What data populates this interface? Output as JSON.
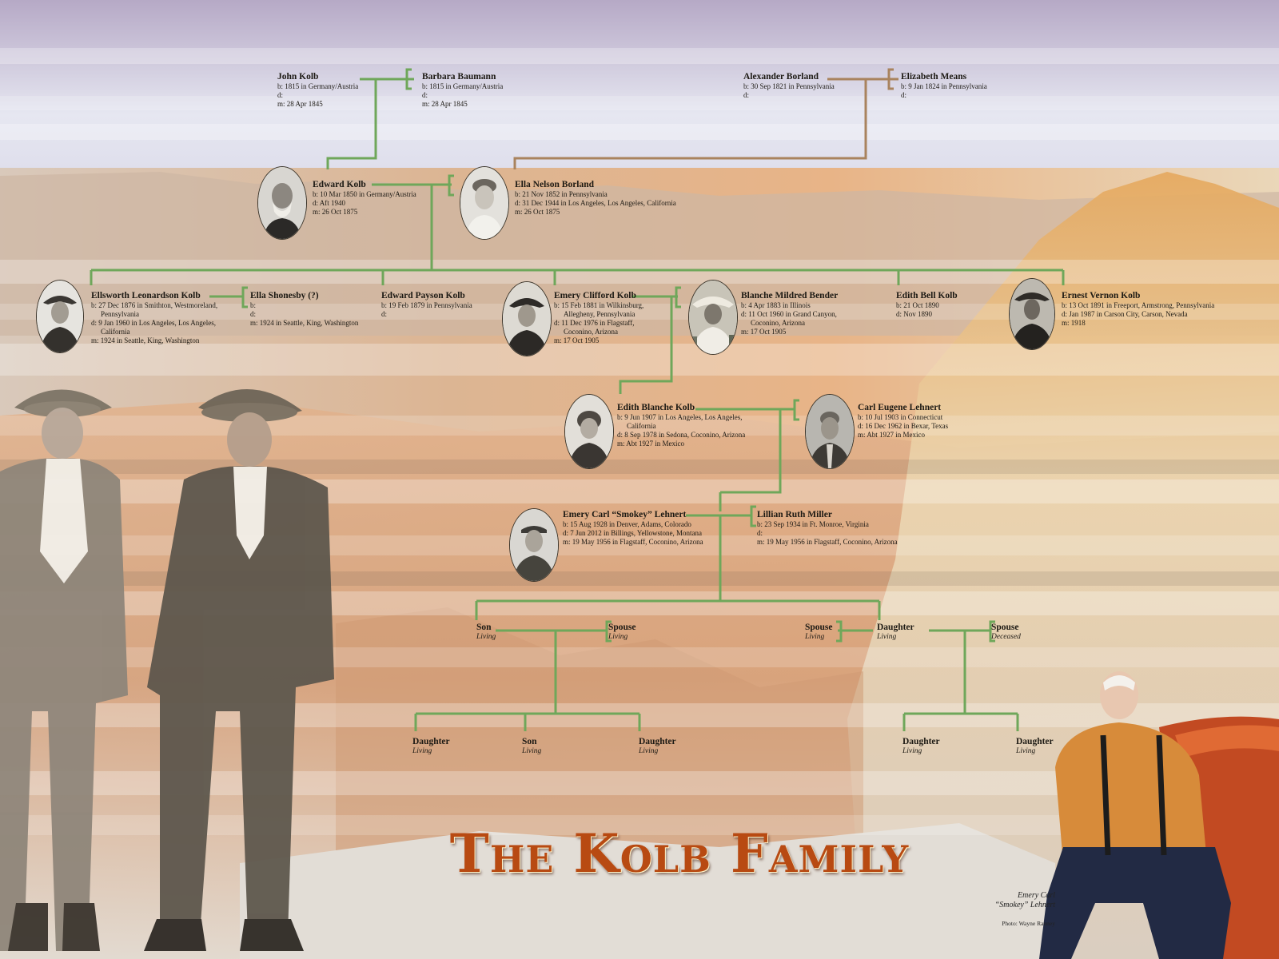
{
  "title": "The Kolb Family",
  "caption": {
    "line1": "Emery Carl",
    "line2": "“Smokey” Lehnert",
    "credit": "Photo: Wayne Ranney"
  },
  "colors": {
    "kolb_line": "#6fa75a",
    "borland_line": "#a9835e",
    "title": "#b84a12"
  },
  "people": {
    "john_kolb": {
      "name": "John Kolb",
      "facts": [
        "b: 1815 in Germany/Austria",
        "d:",
        "m: 28 Apr 1845"
      ]
    },
    "barbara_baumann": {
      "name": "Barbara Baumann",
      "facts": [
        "b: 1815 in Germany/Austria",
        "d:",
        "m: 28 Apr 1845"
      ]
    },
    "alexander_borland": {
      "name": "Alexander Borland",
      "facts": [
        "b: 30 Sep 1821 in Pennsylvania",
        "d:"
      ]
    },
    "elizabeth_means": {
      "name": "Elizabeth Means",
      "facts": [
        "b: 9 Jan 1824 in Pennsylvania",
        "d:"
      ]
    },
    "edward_kolb": {
      "name": "Edward Kolb",
      "facts": [
        "b: 10 Mar 1850 in Germany/Austria",
        "d: Aft 1940",
        "m: 26 Oct 1875"
      ]
    },
    "ella_borland": {
      "name": "Ella Nelson Borland",
      "facts": [
        "b: 21 Nov 1852 in Pennsylvania",
        "d: 31 Dec 1944 in Los Angeles, Los Angeles, California",
        "m: 26 Oct 1875"
      ]
    },
    "ellsworth_kolb": {
      "name": "Ellsworth Leonardson Kolb",
      "facts": [
        "b: 27 Dec 1876 in Smithton, Westmoreland,",
        "Pennsylvania",
        "d: 9 Jan 1960 in Los Angeles, Los Angeles,",
        "California",
        "m: 1924 in Seattle, King, Washington"
      ]
    },
    "ella_shonesby": {
      "name": "Ella Shonesby (?)",
      "facts": [
        "b:",
        "d:",
        "m: 1924 in Seattle, King, Washington"
      ]
    },
    "edward_payson_kolb": {
      "name": "Edward Payson Kolb",
      "facts": [
        "b: 19 Feb 1879 in Pennsylvania",
        "d:"
      ]
    },
    "emery_kolb": {
      "name": "Emery Clifford Kolb",
      "facts": [
        "b: 15 Feb 1881 in Wilkinsburg,",
        "Allegheny, Pennsylvania",
        "d: 11 Dec 1976 in Flagstaff,",
        "Coconino, Arizona",
        "m: 17 Oct 1905"
      ]
    },
    "blanche_bender": {
      "name": "Blanche Mildred Bender",
      "facts": [
        "b: 4 Apr 1883 in Illinois",
        "d: 11 Oct 1960 in Grand Canyon,",
        "Coconino, Arizona",
        "m: 17 Oct 1905"
      ]
    },
    "edith_bell_kolb": {
      "name": "Edith Bell Kolb",
      "facts": [
        "b: 21 Oct 1890",
        "d: Nov 1890"
      ]
    },
    "ernest_kolb": {
      "name": "Ernest Vernon Kolb",
      "facts": [
        "b: 13 Oct 1891 in Freeport, Armstrong, Pennsylvania",
        "d: Jan 1987 in Carson City, Carson, Nevada",
        "m: 1918"
      ]
    },
    "edith_blanche_kolb": {
      "name": "Edith Blanche Kolb",
      "facts": [
        "b: 9 Jun 1907 in Los Angeles, Los Angeles,",
        "California",
        "d: 8 Sep 1978 in Sedona, Coconino, Arizona",
        "m: Abt 1927 in Mexico"
      ]
    },
    "carl_lehnert": {
      "name": "Carl Eugene Lehnert",
      "facts": [
        "b: 10 Jul 1903 in Connecticut",
        "d: 16 Dec 1962 in Bexar, Texas",
        "m: Abt 1927 in Mexico"
      ]
    },
    "smokey_lehnert": {
      "name": "Emery Carl “Smokey” Lehnert",
      "facts": [
        "b: 15 Aug 1928 in Denver, Adams, Colorado",
        "d: 7 Jun 2012 in Billings, Yellowstone, Montana",
        "m: 19 May 1956 in Flagstaff, Coconino, Arizona"
      ]
    },
    "lillian_miller": {
      "name": "Lillian Ruth Miller",
      "facts": [
        "b: 23 Sep 1934 in Ft. Monroe, Virginia",
        "d:",
        "m: 19 May 1956 in Flagstaff, Coconino, Arizona"
      ]
    },
    "son": {
      "name": "Son",
      "status": "Living"
    },
    "son_spouse": {
      "name": "Spouse",
      "status": "Living"
    },
    "daughter_spouse": {
      "name": "Spouse",
      "status": "Living"
    },
    "daughter": {
      "name": "Daughter",
      "status": "Living"
    },
    "daughter_spouse2": {
      "name": "Spouse",
      "status": "Deceased"
    },
    "gc1": {
      "name": "Daughter",
      "status": "Living"
    },
    "gc2": {
      "name": "Son",
      "status": "Living"
    },
    "gc3": {
      "name": "Daughter",
      "status": "Living"
    },
    "gc4": {
      "name": "Daughter",
      "status": "Living"
    },
    "gc5": {
      "name": "Daughter",
      "status": "Living"
    }
  }
}
